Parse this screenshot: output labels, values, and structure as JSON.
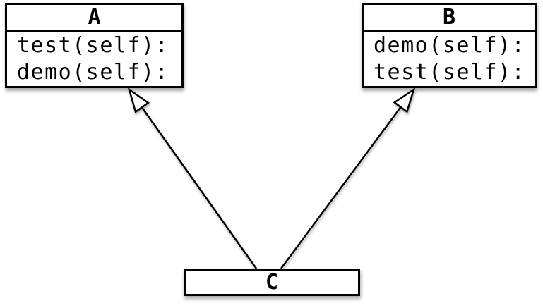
{
  "diagram": {
    "type": "uml-class-diagram",
    "colors": {
      "stroke": "#000000",
      "box_fill": "#ffffff",
      "background": "#ffffff"
    },
    "classes": [
      {
        "id": "A",
        "name": "A",
        "methods": [
          "test(self):",
          "demo(self):"
        ]
      },
      {
        "id": "B",
        "name": "B",
        "methods": [
          "demo(self):",
          "test(self):"
        ]
      },
      {
        "id": "C",
        "name": "C",
        "methods": []
      }
    ],
    "relations": [
      {
        "from": "C",
        "to": "A",
        "type": "generalization",
        "arrowhead": "hollow-triangle"
      },
      {
        "from": "C",
        "to": "B",
        "type": "generalization",
        "arrowhead": "hollow-triangle"
      }
    ]
  }
}
